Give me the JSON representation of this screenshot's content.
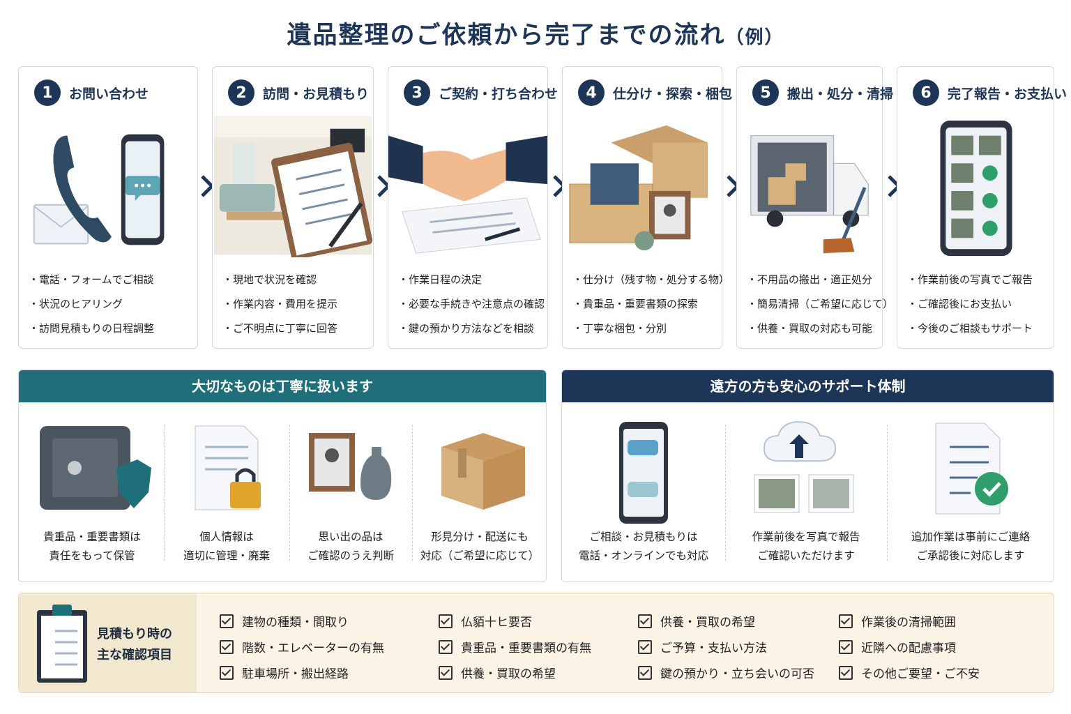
{
  "title": {
    "main": "遺品整理のご依頼から完了までの流れ",
    "suffix": "（例）"
  },
  "steps": [
    {
      "number": "1",
      "title": "お問い合わせ",
      "items": [
        "電話・フォームでご相談",
        "状況のヒアリング",
        "訪問見積もりの日程調整"
      ]
    },
    {
      "number": "2",
      "title": "訪問・お見積もり",
      "items": [
        "現地で状況を確認",
        "作業内容・費用を提示",
        "ご不明点に丁寧に回答"
      ]
    },
    {
      "number": "3",
      "title": "ご契約・打ち合わせ",
      "items": [
        "作業日程の決定",
        "必要な手続きや注意点の確認",
        "鍵の預かり方法などを相談"
      ]
    },
    {
      "number": "4",
      "title": "仕分け・探索・梱包",
      "items": [
        "仕分け（残す物・処分する物）",
        "貴重品・重要書類の探索",
        "丁寧な梱包・分別"
      ]
    },
    {
      "number": "5",
      "title": "搬出・処分・清掃",
      "items": [
        "不用品の搬出・適正処分",
        "簡易清掃（ご希望に応じて）",
        "供養・買取の対応も可能"
      ]
    },
    {
      "number": "6",
      "title": "完了報告・お支払い",
      "items": [
        "作業前後の写真でご報告",
        "ご確認後にお支払い",
        "今後のご相談もサポート"
      ]
    }
  ],
  "care_panel": {
    "title": "大切なものは丁寧に扱います",
    "items": [
      {
        "line1": "貴重品・重要書類は",
        "line2": "責任をもって保管"
      },
      {
        "line1": "個人情報は",
        "line2": "適切に管理・廃棄"
      },
      {
        "line1": "思い出の品は",
        "line2": "ご確認のうえ判断"
      },
      {
        "line1": "形見分け・配送にも",
        "line2": "対応（ご希望に応じて）"
      }
    ]
  },
  "remote_panel": {
    "title": "遠方の方も安心のサポート体制",
    "items": [
      {
        "line1": "ご相談・お見積もりは",
        "line2": "電話・オンラインでも対応"
      },
      {
        "line1": "作業前後を写真で報告",
        "line2": "ご確認いただけます"
      },
      {
        "line1": "追加作業は事前にご連絡",
        "line2": "ご承認後に対応します"
      }
    ]
  },
  "checklist": {
    "label_line1": "見積もり時の",
    "label_line2": "主な確認項目",
    "columns": [
      [
        "建物の種類・間取り",
        "階数・エレベーターの有無",
        "駐車場所・搬出経路"
      ],
      [
        "仏貊十ヒ要否",
        "貴重品・重要書類の有無",
        "供養・買取の希望"
      ],
      [
        "供養・買取の希望",
        "ご予算・支払い方法",
        "鍵の預かり・立ち会いの可否"
      ],
      [
        "作業後の清掃範囲",
        "近隣への配慮事項",
        "その他ご要望・ご不安"
      ]
    ]
  },
  "colors": {
    "navy": "#1d3557",
    "teal": "#1f6f7a",
    "check_bg": "#fbf4e6"
  },
  "icons": [
    "phone-icon",
    "smartphone-icon",
    "envelope-icon",
    "clipboard-icon",
    "handshake-icon",
    "box-icon",
    "truck-icon",
    "broom-icon",
    "safe-icon",
    "shield-icon",
    "document-icon",
    "lock-icon",
    "photo-frame-icon",
    "vase-icon",
    "cloud-upload-icon",
    "chat-icon",
    "checklist-icon",
    "check-circle-icon"
  ]
}
